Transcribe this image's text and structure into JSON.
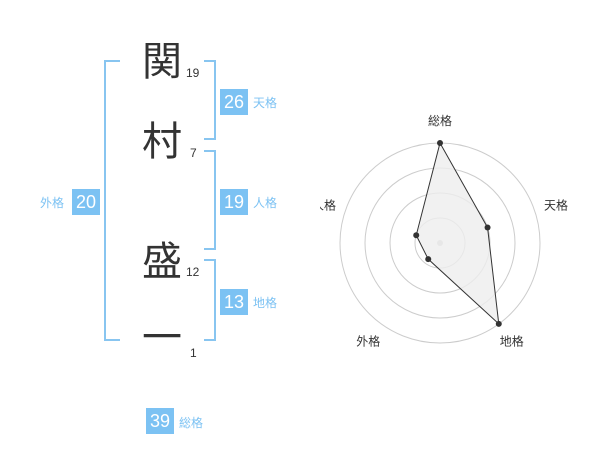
{
  "characters": [
    {
      "char": "関",
      "strokes": "19"
    },
    {
      "char": "村",
      "strokes": "7"
    },
    {
      "char": "盛",
      "strokes": "12"
    },
    {
      "char": "一",
      "strokes": "1"
    }
  ],
  "scores": {
    "tenkaku": {
      "value": "26",
      "label": "天格"
    },
    "jinkaku": {
      "value": "19",
      "label": "人格"
    },
    "chikaku": {
      "value": "13",
      "label": "地格"
    },
    "gaikaku": {
      "value": "20",
      "label": "外格"
    },
    "soukaku": {
      "value": "39",
      "label": "総格"
    }
  },
  "colors": {
    "accent": "#7cc2f3",
    "bracket": "#88c5f0",
    "text": "#333333",
    "ring": "#cccccc",
    "fill": "#eeeeee"
  },
  "chart_data": {
    "type": "radar",
    "axes": [
      "総格",
      "天格",
      "地格",
      "外格",
      "人格"
    ],
    "levels": 4,
    "values": [
      4,
      2,
      4,
      0.8,
      1.0
    ],
    "max": 4
  }
}
